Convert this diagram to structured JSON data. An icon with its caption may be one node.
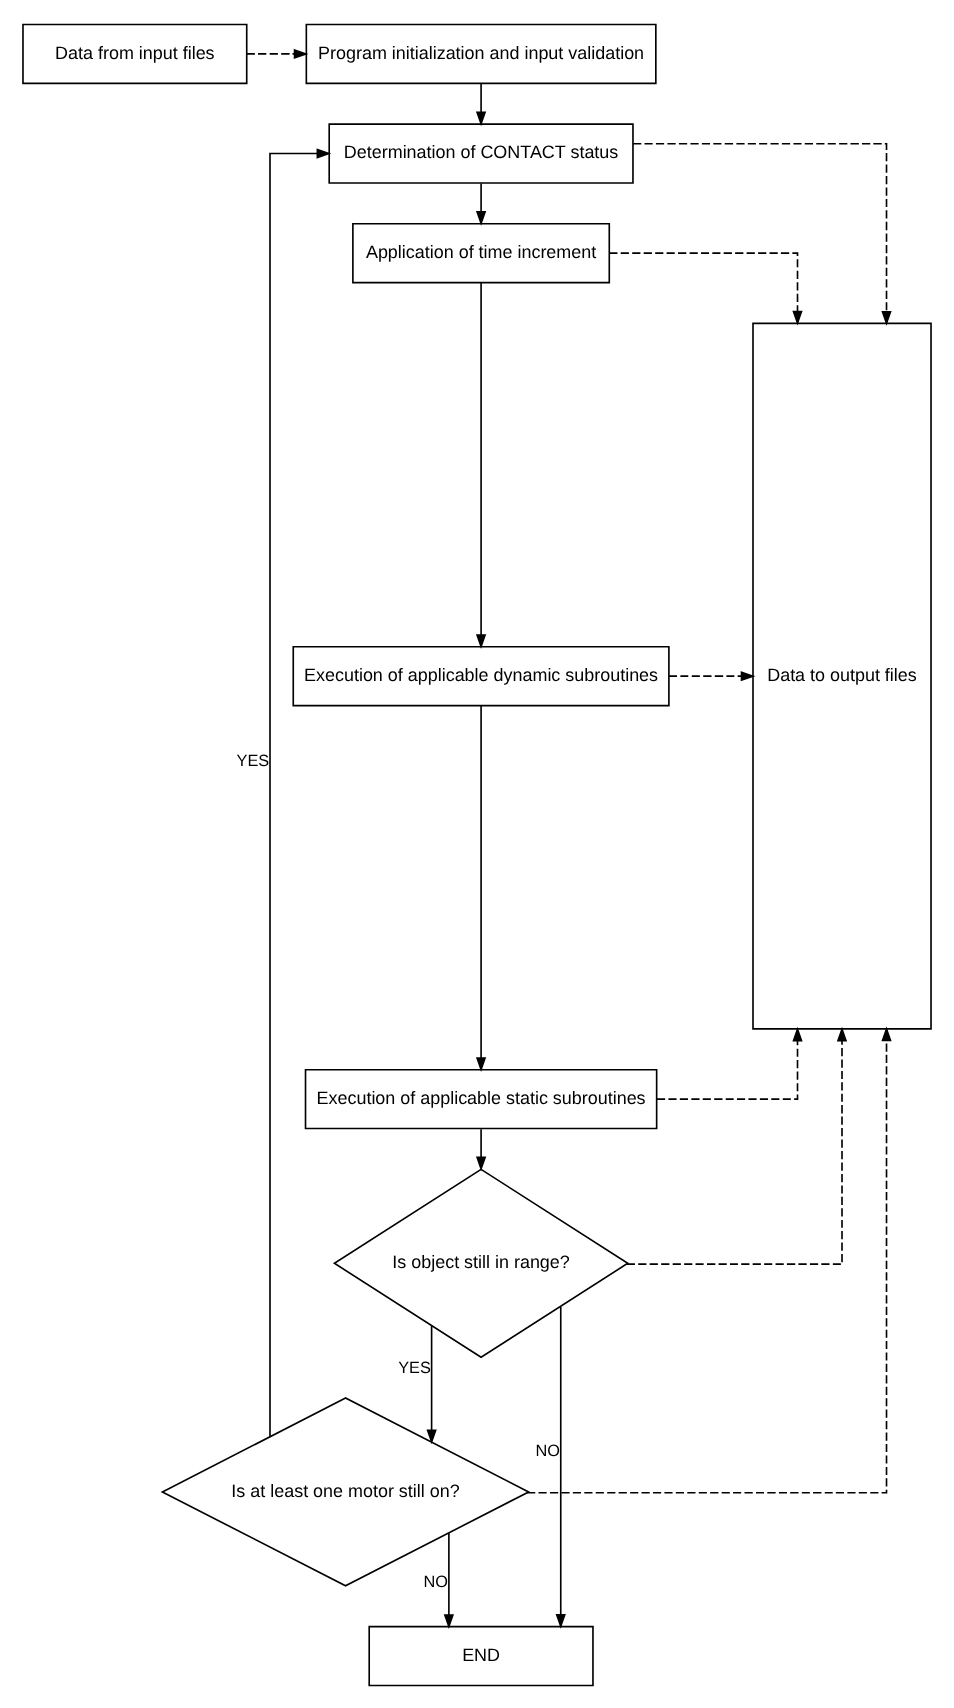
{
  "diagram": {
    "nodes": [
      {
        "text": [
          "Data from input files"
        ]
      },
      {
        "text": [
          "Program initialization and input validation"
        ]
      },
      {
        "text": [
          "Determination of CONTACT status"
        ]
      },
      {
        "text": [
          "Application of time increment"
        ]
      },
      {
        "text": [
          "Execution of applicable dynamic subroutines"
        ]
      },
      {
        "text": [
          "Execution of applicable static subroutines"
        ]
      },
      {
        "text": [
          "Is object still in range?"
        ]
      },
      {
        "text": [
          "Is at least one motor still on?"
        ]
      },
      {
        "text": [
          "Data to output files"
        ]
      },
      {
        "text": [
          "END"
        ]
      }
    ],
    "edges": [
      {
        "from": 0,
        "to": 1,
        "arrow": "to",
        "style": "dashed"
      },
      {
        "from": 1,
        "to": 2,
        "arrow": "to"
      },
      {
        "from": 2,
        "to": 3,
        "arrow": "to"
      },
      {
        "from": 3,
        "to": 4,
        "arrow": "to"
      },
      {
        "from": 4,
        "to": 5,
        "arrow": "to"
      },
      {
        "from": 5,
        "to": 6,
        "arrow": "to"
      },
      {
        "from": 6,
        "to": 7,
        "arrow": "to",
        "label": "YES"
      },
      {
        "from": 7,
        "to": 2,
        "arrow": "to",
        "label": "YES"
      },
      {
        "from": 6,
        "to": 9,
        "arrow": "to",
        "label": "NO"
      },
      {
        "from": 7,
        "to": 9,
        "arrow": "to",
        "label": "NO"
      },
      {
        "from": 2,
        "to": 8,
        "arrow": "to",
        "style": "dashed"
      },
      {
        "from": 3,
        "to": 8,
        "arrow": "to",
        "style": "dashed"
      },
      {
        "from": 4,
        "to": 8,
        "arrow": "to",
        "style": "dashed"
      },
      {
        "from": 5,
        "to": 8,
        "arrow": "to",
        "style": "dashed"
      },
      {
        "from": 6,
        "to": 8,
        "arrow": "to",
        "style": "dashed"
      },
      {
        "from": 7,
        "to": 8,
        "arrow": "to",
        "style": "dashed"
      }
    ]
  }
}
